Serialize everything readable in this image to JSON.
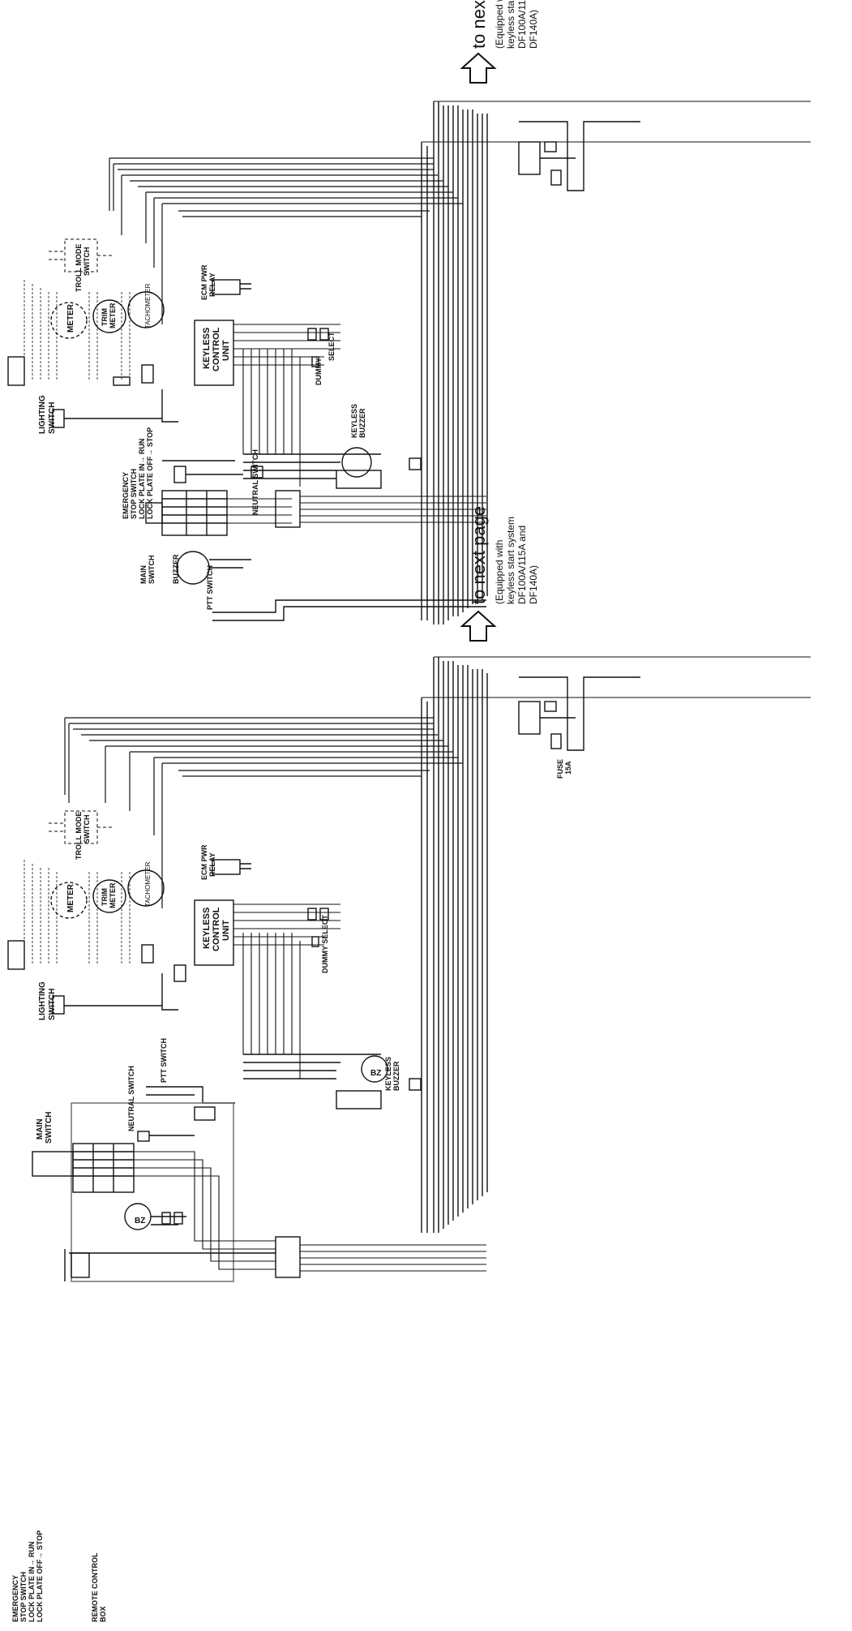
{
  "page": {
    "background": "#ffffff",
    "ink": "#111111",
    "dim_ink": "#555555"
  },
  "upper": {
    "next_page_label": "to next page",
    "equipped_note_1": "(Equipped with",
    "equipped_note_2": "keyless start system",
    "equipped_note_3": "DF100A/115A and",
    "equipped_note_4": "DF140A)",
    "troll_mode_switch_1": "TROLL MODE",
    "troll_mode_switch_2": "SWITCH",
    "meter": "METER",
    "trim_meter_1": "TRIM",
    "trim_meter_2": "METER",
    "tachometer": "TACHOMETER",
    "ecm_pwr_relay_1": "ECM PWR",
    "ecm_pwr_relay_2": "RELAY",
    "keyless_control_unit_1": "KEYLESS",
    "keyless_control_unit_2": "CONTROL",
    "keyless_control_unit_3": "UNIT",
    "select": "SELECT",
    "dummy": "DUMMY",
    "lighting_switch_1": "LIGHTING",
    "lighting_switch_2": "SWITCH",
    "emergency_1": "EMERGENCY",
    "emergency_2": "STOP SWITCH",
    "emergency_3": "LOCK PLATE IN→ RUN",
    "emergency_4": "LOCK PLATE OFF→ STOP",
    "neutral_switch": "NEUTRAL SWITCH",
    "keyless_buzzer_1": "KEYLESS",
    "keyless_buzzer_2": "BUZZER",
    "main_switch_1": "MAIN",
    "main_switch_2": "SWITCH",
    "buzzer": "BUZZER",
    "ptt_switch": "PTT SWITCH"
  },
  "lower": {
    "next_page_label": "to next page",
    "equipped_note_1": "(Equipped with",
    "equipped_note_2": "keyless start system",
    "equipped_note_3": "DF100A/115A and",
    "equipped_note_4": "DF140A)",
    "fuse_1": "FUSE",
    "fuse_2": "15A",
    "troll_mode_switch_1": "TROLL MODE",
    "troll_mode_switch_2": "SWITCH",
    "meter": "METER",
    "trim_meter_1": "TRIM",
    "trim_meter_2": "METER",
    "tachometer": "TACHOMETER",
    "ecm_pwr_relay_1": "ECM PWR",
    "ecm_pwr_relay_2": "RELAY",
    "keyless_control_unit_1": "KEYLESS",
    "keyless_control_unit_2": "CONTROL",
    "keyless_control_unit_3": "UNIT",
    "dummy_select": "DUMMY SELECT",
    "lighting_switch_1": "LIGHTING",
    "lighting_switch_2": "SWITCH",
    "ptt_switch": "PTT SWITCH",
    "neutral_switch": "NEUTRAL SWITCH",
    "keyless_buzzer_1": "KEYLESS",
    "keyless_buzzer_2": "BUZZER",
    "main_switch_1": "MAIN",
    "main_switch_2": "SWITCH",
    "bz": "BZ",
    "emergency_1": "EMERGENCY",
    "emergency_2": "STOP SWITCH",
    "emergency_3": "LOCK PLATE IN→ RUN",
    "emergency_4": "LOCK PLATE OFF→ STOP",
    "remote_control_1": "REMOTE CONTROL",
    "remote_control_2": "BOX"
  }
}
